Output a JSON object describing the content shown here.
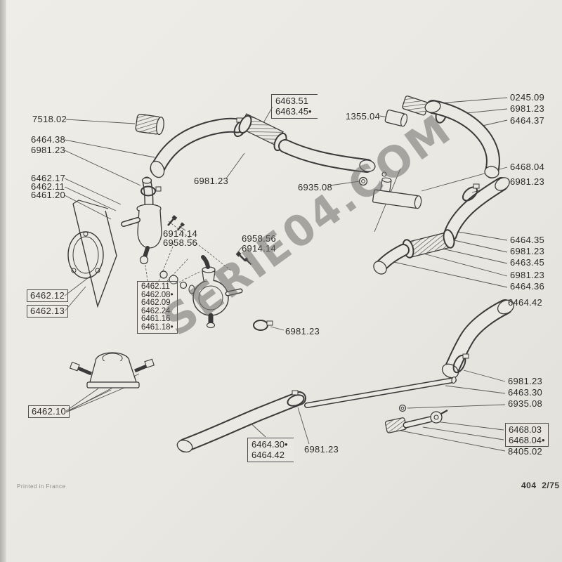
{
  "page": {
    "watermark": "SERIE04.COM",
    "footer_left": "Printed in France",
    "footer_right": "404  2/75"
  },
  "colors": {
    "ink": "#3a3a3a",
    "paper": "#ebe9e3",
    "watermark_gray": "#6c6c6c"
  },
  "labels": {
    "sleeve_7518": "7518.02",
    "hose_6464_38": "6464.38",
    "clamp_a": "6981.23",
    "part_6462_17": "6462.17",
    "part_6462_11": "6462.11",
    "valve_6461_20": "6461.20",
    "asm_6462_12": "6462.12",
    "asm_6462_13": "6462.13",
    "asm_6462_10": "6462.10",
    "screw_6914_l": "6914.14",
    "nut_6958_l": "6958.56",
    "stack_1": "6462.11",
    "stack_2": "6462.08•",
    "stack_3": "6462.09",
    "stack_4": "6462.24",
    "stack_5": "6461.16",
    "stack_6": "6461.18•",
    "hose_6463_51": "6463.51",
    "hose_6463_45b": "6463.45•",
    "sleeve_1355": "1355.04",
    "clamp_b": "6981.23",
    "grommet_6935_a": "6935.08",
    "nut_6958_c": "6958.56",
    "screw_6914_c": "6914.14",
    "clamp_c": "6981.23",
    "hose_6464_30": "6464.30•",
    "hose_6464_42b": "6464.42",
    "clamp_d": "6981.23",
    "clamp_0245": "0245.09",
    "clamp_e": "6981.23",
    "hose_6464_37": "6464.37",
    "pipe_6468_04": "6468.04",
    "clamp_f": "6981.23",
    "hose_6464_35": "6464.35",
    "clamp_g": "6981.23",
    "hose_6463_45": "6463.45",
    "clamp_h": "6981.23",
    "hose_6464_36": "6464.36",
    "hose_6464_42": "6464.42",
    "clamp_i": "6981.23",
    "pipe_6463_30": "6463.30",
    "clip_6935_b": "6935.08",
    "elbow_6468_03": "6468.03",
    "elbow_6468_04": "6468.04•",
    "banjo_8405": "8405.02"
  }
}
